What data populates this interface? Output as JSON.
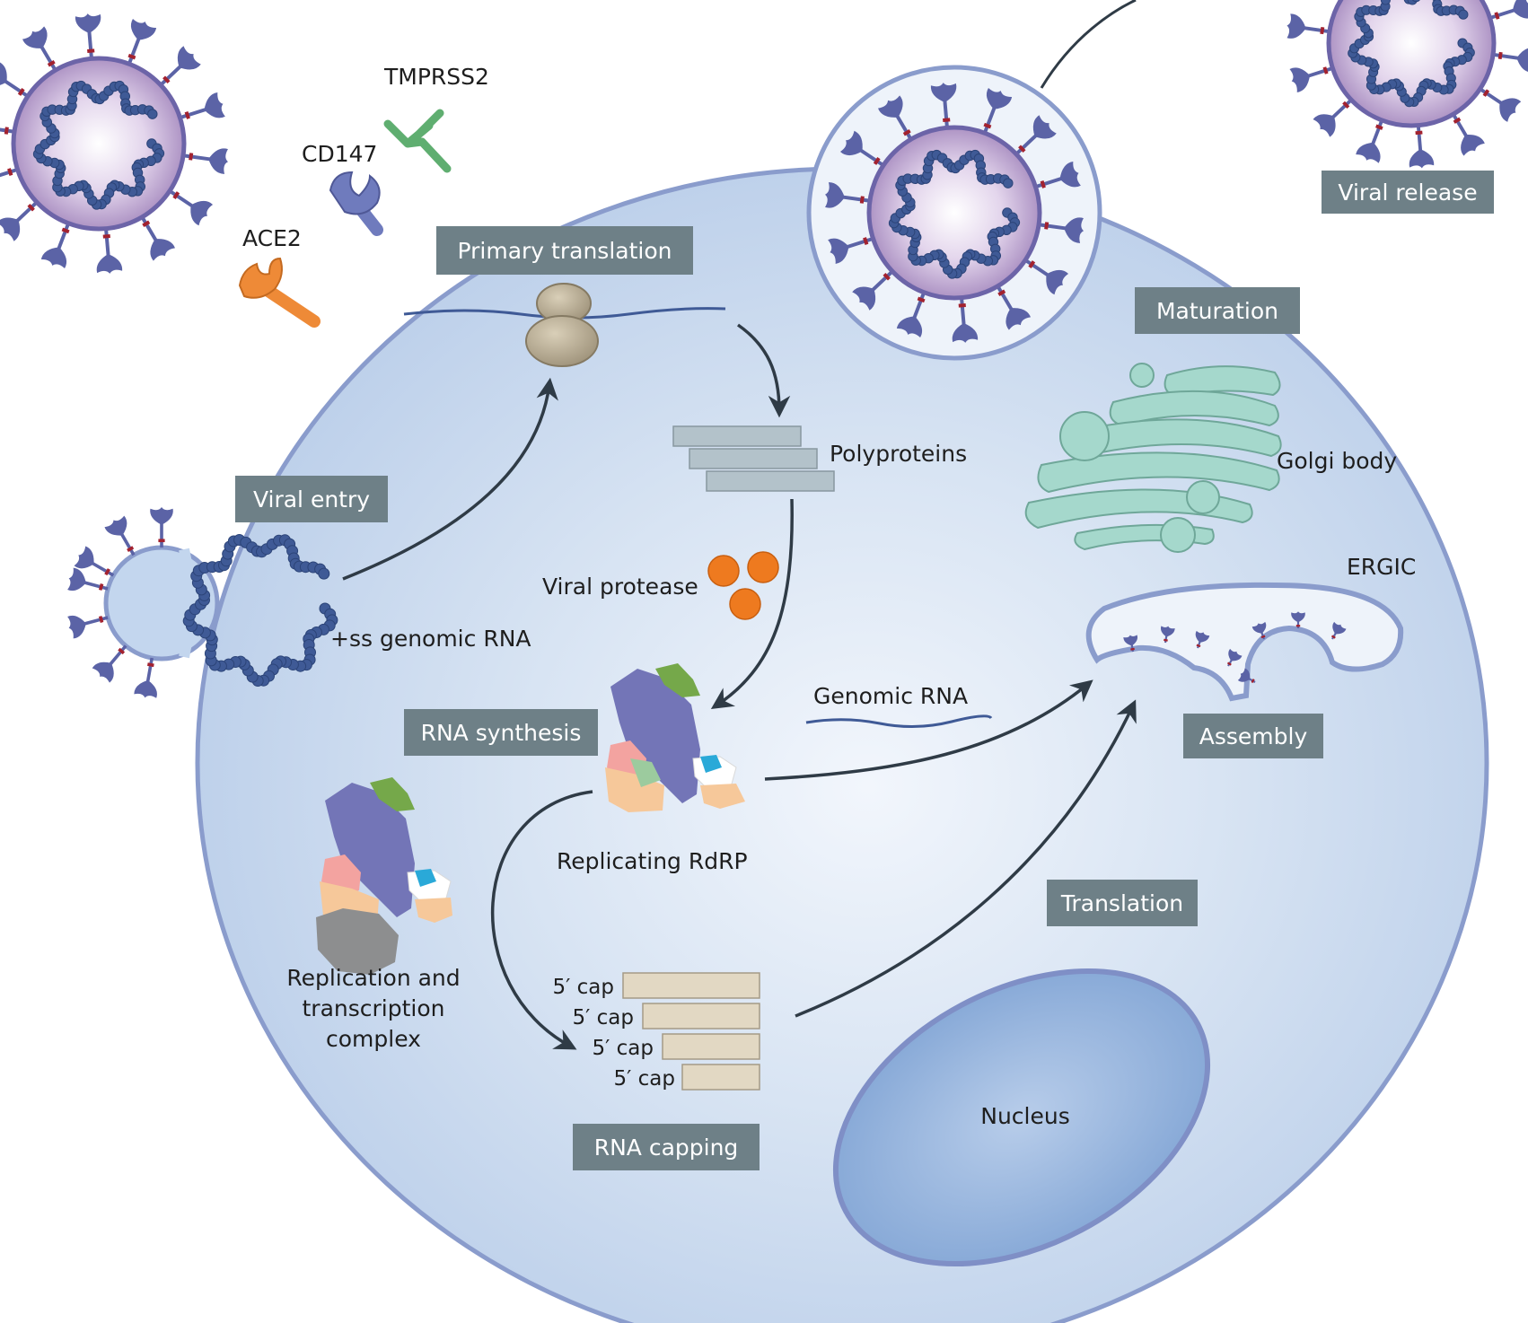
{
  "stage_labels": {
    "viral_entry": "Viral entry",
    "primary_translation": "Primary translation",
    "rna_synthesis": "RNA synthesis",
    "rna_capping": "RNA capping",
    "translation": "Translation",
    "assembly": "Assembly",
    "maturation": "Maturation",
    "viral_release": "Viral release"
  },
  "labels": {
    "tmprss2": "TMPRSS2",
    "cd147": "CD147",
    "ace2": "ACE2",
    "polyproteins": "Polyproteins",
    "viral_protease": "Viral protease",
    "genomic_rna_ss": "+ss genomic RNA",
    "genomic_rna": "Genomic RNA",
    "replicating_rdrp": "Replicating RdRP",
    "rtc_line1": "Replication and",
    "rtc_line2": "transcription",
    "rtc_line3": "complex",
    "golgi": "Golgi body",
    "ergic": "ERGIC",
    "nucleus": "Nucleus"
  },
  "caps": [
    "5′ cap",
    "5′ cap",
    "5′ cap",
    "5′ cap"
  ],
  "colors": {
    "cell_fill": "#c3d6ee",
    "cell_border": "#8a9ccc",
    "label_box": "#6e8087",
    "virus_membrane": "#b79fc8",
    "spike": "#5b63a6",
    "rna": "#3f5a96",
    "arrow": "#2f3b46",
    "protease": "#ee7a1f",
    "golgi": "#a5d8cc",
    "polyprotein": "#b3c2ca",
    "capped_rna": "#e2d8c3",
    "nucleus": "#8fb2dd",
    "ace2": "#ee8a37",
    "cd147": "#6f7bbd",
    "tmprss2": "#5fae70"
  }
}
